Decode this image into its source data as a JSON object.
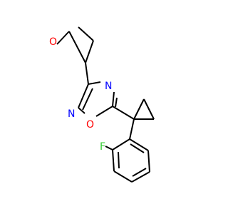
{
  "molecule": {
    "atoms": {
      "o_thf": {
        "symbol": "O",
        "color": "#ff0000"
      },
      "n_top": {
        "symbol": "N",
        "color": "#0000ff"
      },
      "n_left": {
        "symbol": "N",
        "color": "#0000ff"
      },
      "o_ring": {
        "symbol": "O",
        "color": "#ff0000"
      },
      "f": {
        "symbol": "F",
        "color": "#33cc33"
      }
    }
  }
}
